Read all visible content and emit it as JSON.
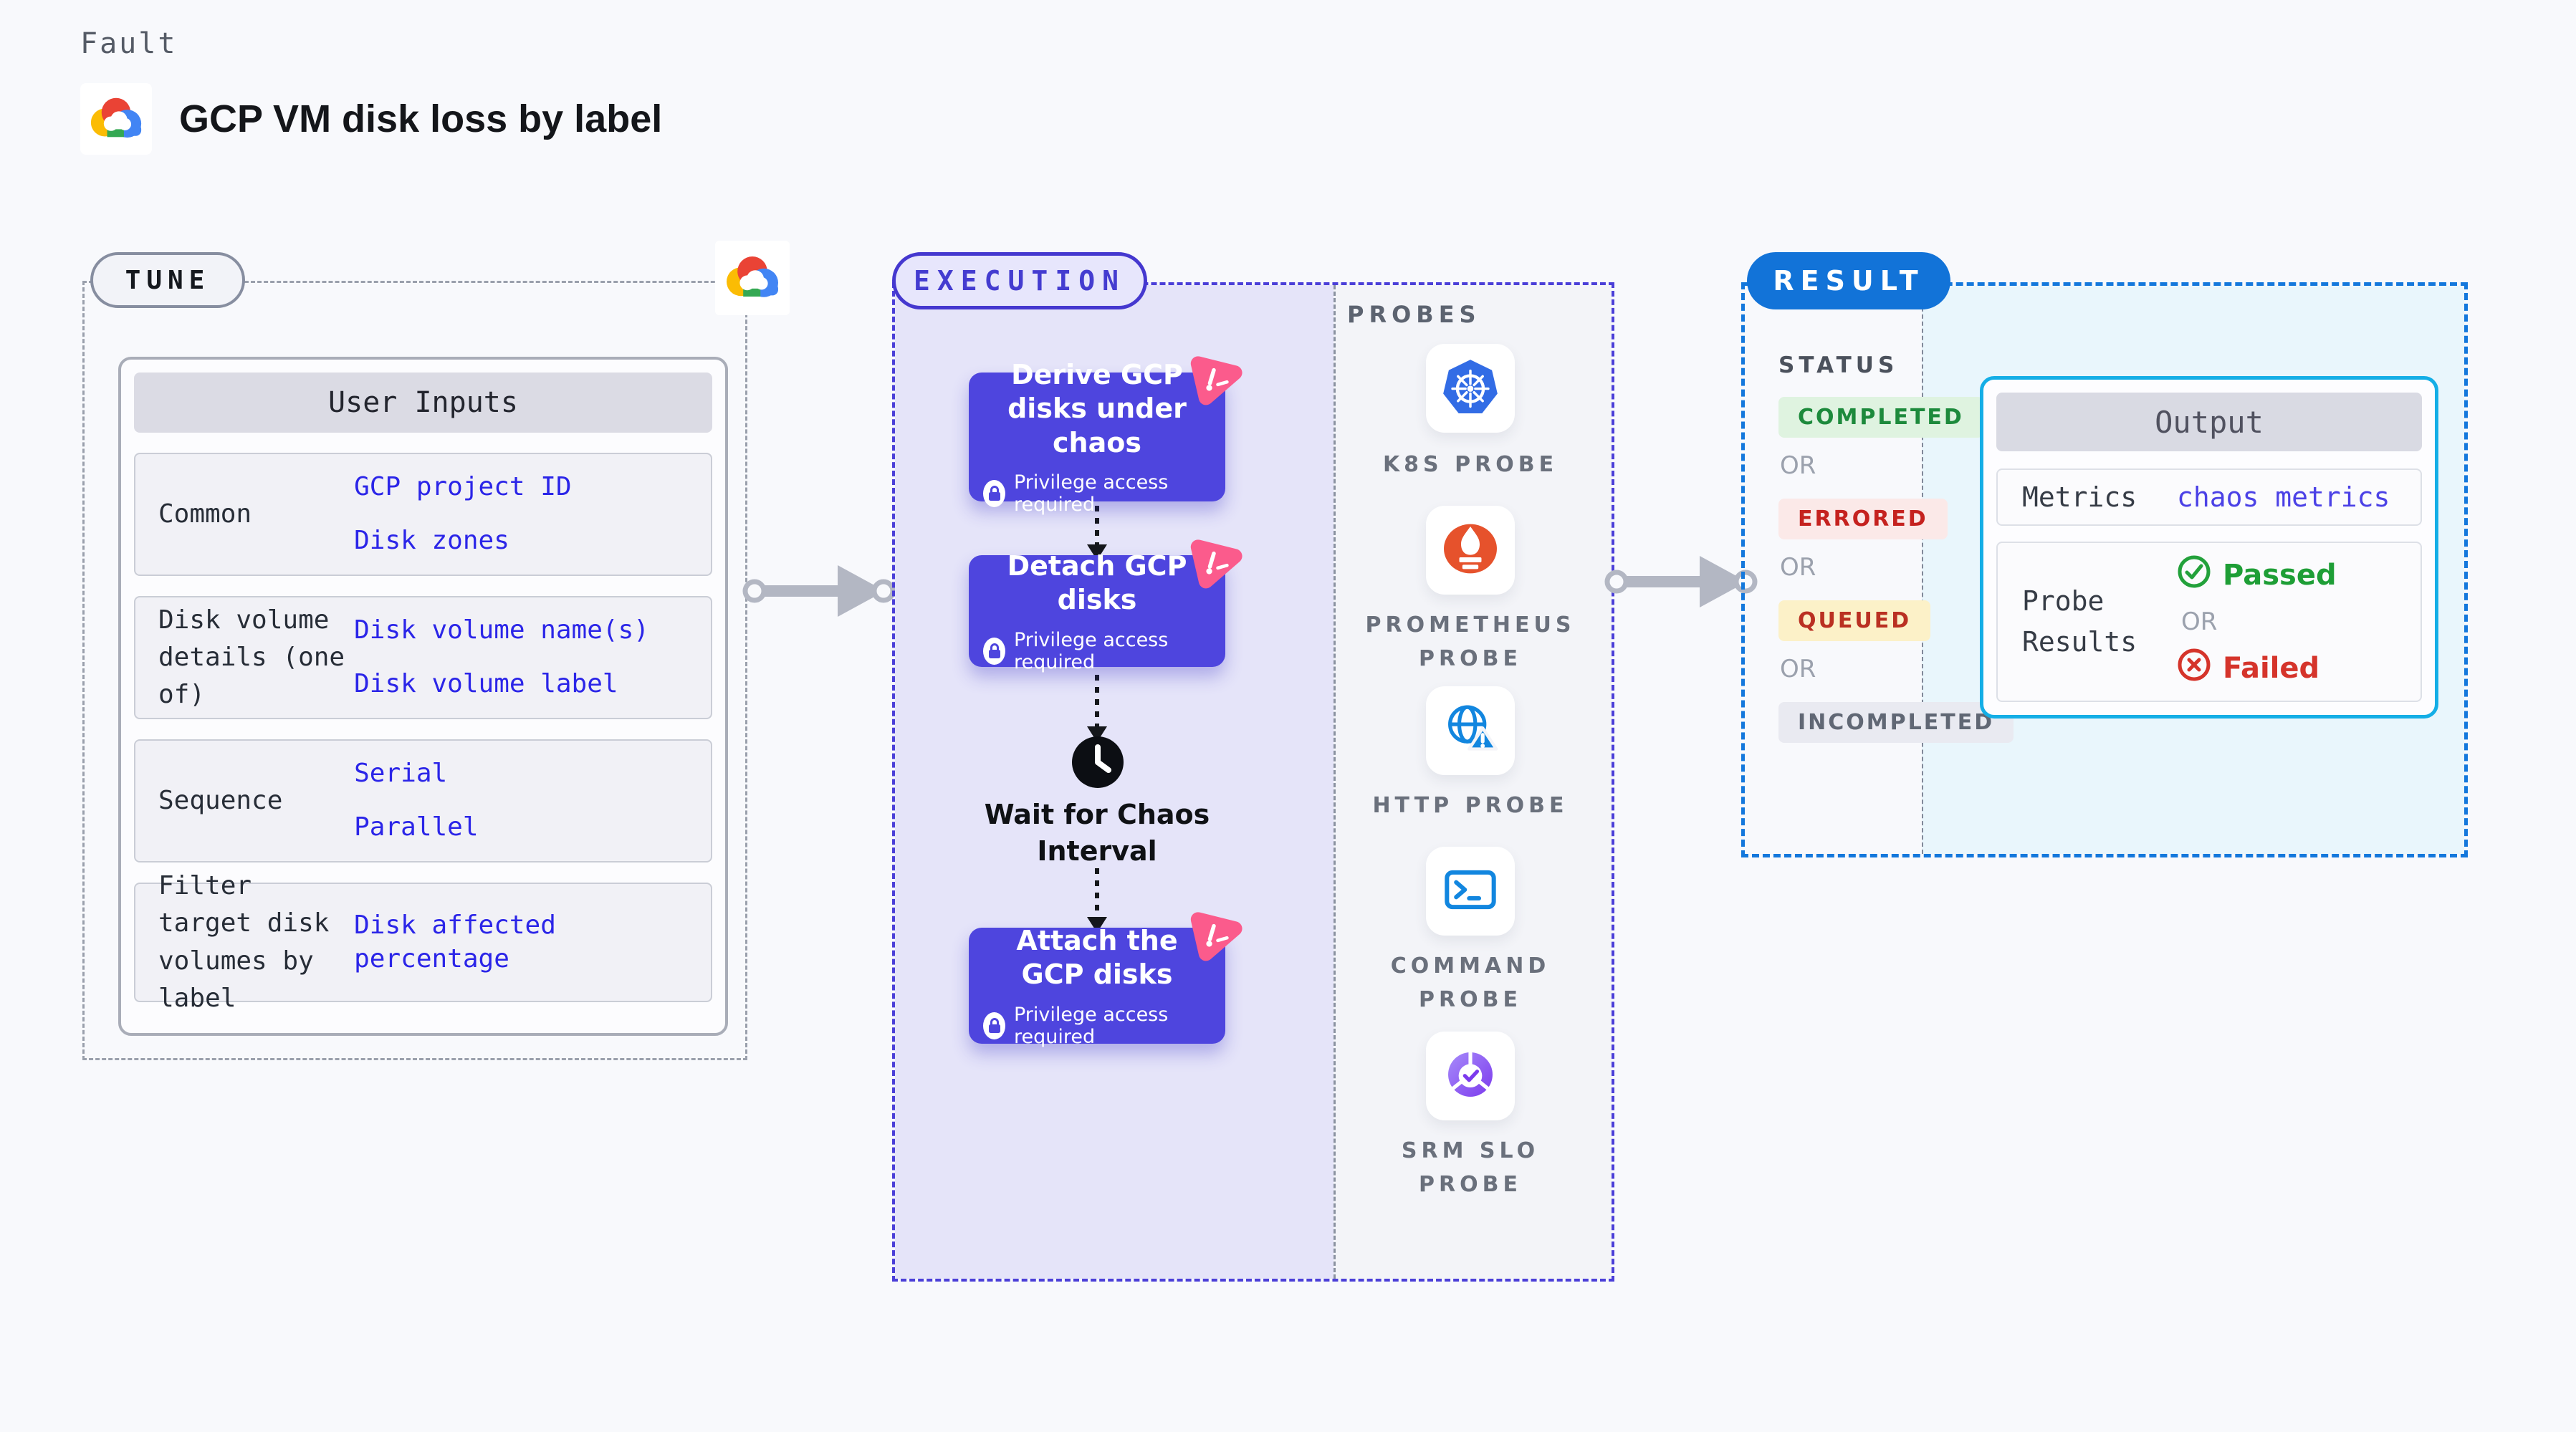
{
  "page": {
    "fault_label": "Fault",
    "title": "GCP VM disk loss by label"
  },
  "tune": {
    "badge": "TUNE",
    "table": {
      "header": "User Inputs",
      "rows": [
        {
          "label": "Common",
          "values": [
            "GCP project ID",
            "Disk zones"
          ]
        },
        {
          "label": "Disk volume details (one of)",
          "values": [
            "Disk volume name(s)",
            "Disk volume label"
          ]
        },
        {
          "label": "Sequence",
          "values": [
            "Serial",
            "Parallel"
          ]
        },
        {
          "label": "Filter target disk volumes by label",
          "values": [
            "Disk affected percentage"
          ]
        }
      ]
    }
  },
  "execution": {
    "badge": "EXECUTION",
    "privilege_note": "Privilege access required",
    "steps": [
      {
        "title": "Derive GCP disks under chaos"
      },
      {
        "title": "Detach GCP disks"
      },
      {
        "title": "Wait for Chaos Interval"
      },
      {
        "title": "Attach the GCP disks"
      }
    ]
  },
  "probes": {
    "heading": "PROBES",
    "items": [
      {
        "label": "K8S PROBE",
        "icon": "kubernetes-icon"
      },
      {
        "label": "PROMETHEUS PROBE",
        "icon": "prometheus-icon"
      },
      {
        "label": "HTTP PROBE",
        "icon": "http-globe-icon"
      },
      {
        "label": "COMMAND PROBE",
        "icon": "terminal-icon"
      },
      {
        "label": "SRM SLO PROBE",
        "icon": "slo-gauge-icon"
      }
    ]
  },
  "result": {
    "badge": "RESULT",
    "status": {
      "heading": "STATUS",
      "items": [
        {
          "label": "COMPLETED",
          "bg": "#DFF3E0",
          "color": "#1D8A3C"
        },
        {
          "label": "OR"
        },
        {
          "label": "ERRORED",
          "bg": "#FBE9E8",
          "color": "#C5221F"
        },
        {
          "label": "OR"
        },
        {
          "label": "QUEUED",
          "bg": "#FCF1C8",
          "color": "#BA3022"
        },
        {
          "label": "OR"
        },
        {
          "label": "INCOMPLETED",
          "bg": "#E9EAF1",
          "color": "#606774"
        }
      ]
    },
    "output": {
      "header": "Output",
      "metrics_label": "Metrics",
      "metrics_value": "chaos metrics",
      "probe_results_label": "Probe Results",
      "passed": "Passed",
      "or": "OR",
      "failed": "Failed"
    }
  },
  "colors": {
    "page_bg": "#F8F9FC",
    "exec_panel_bg": "#E5E4F9",
    "exec_card": "#4E45DE",
    "exec_accent": "#4538CF",
    "probes_bg": "#F3F4F8",
    "result_accent": "#1273D8",
    "result_bg": "#E9F6FC",
    "output_border": "#14AEE6",
    "input_value_blue": "#2B25E8",
    "litmus_pink": "#FB5B8C",
    "passed_green": "#1E9E36",
    "failed_red": "#D5342B"
  }
}
